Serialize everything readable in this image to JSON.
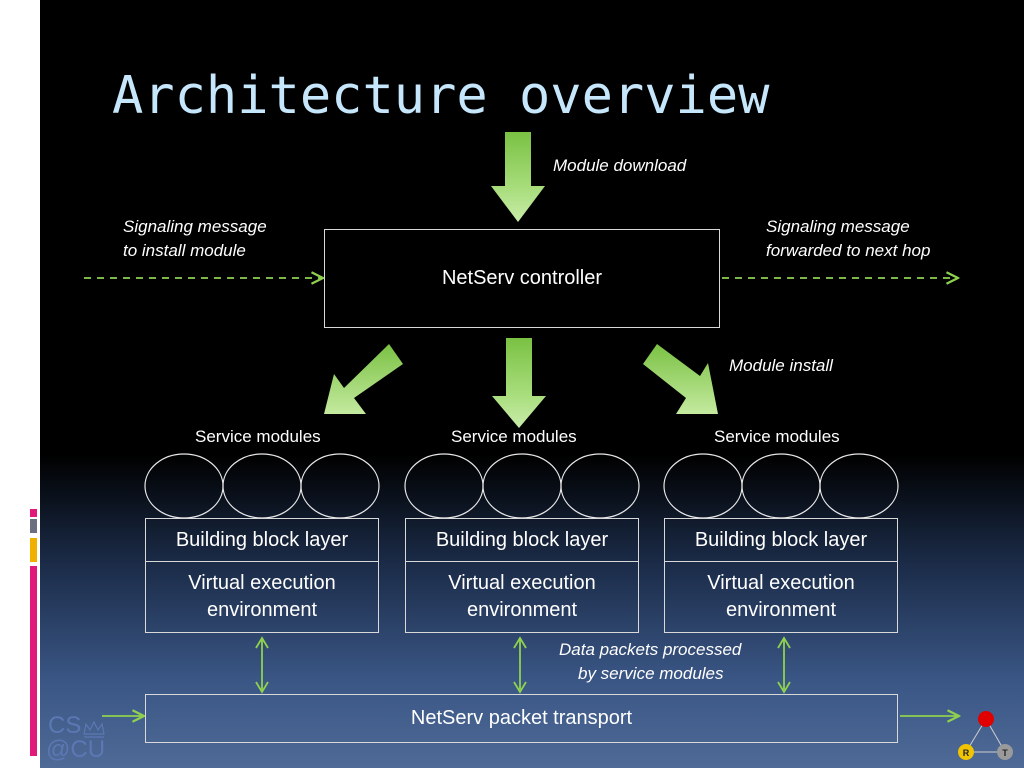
{
  "title": "Architecture overview",
  "controller": "NetServ controller",
  "labels": {
    "module_download": "Module download",
    "signal_in_1": "Signaling message",
    "signal_in_2": "to install module",
    "signal_out_1": "Signaling message",
    "signal_out_2": "forwarded to next hop",
    "module_install": "Module install",
    "data_packets_1": "Data packets processed",
    "data_packets_2": "by service modules"
  },
  "stacks": [
    {
      "service": "Service modules",
      "building": "Building block layer",
      "virtual_1": "Virtual execution",
      "virtual_2": "environment"
    },
    {
      "service": "Service modules",
      "building": "Building block layer",
      "virtual_1": "Virtual execution",
      "virtual_2": "environment"
    },
    {
      "service": "Service modules",
      "building": "Building block layer",
      "virtual_1": "Virtual execution",
      "virtual_2": "environment"
    }
  ],
  "transport": "NetServ packet transport",
  "logo": {
    "line1": "CS",
    "line2": "@CU"
  },
  "colors": {
    "title": "#c6e7fb",
    "arrow_green": "#8fd14f",
    "box_border": "#d9d9d9",
    "sidebar_magenta": "#e0197a",
    "sidebar_gold": "#f0b000"
  }
}
